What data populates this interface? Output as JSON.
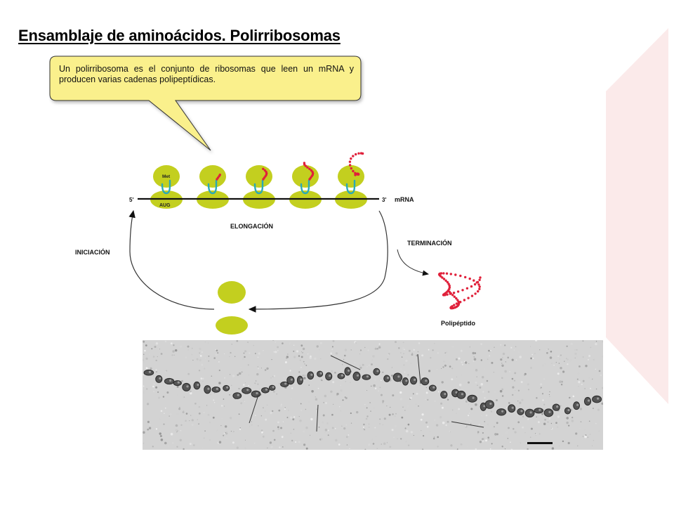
{
  "title": "Ensamblaje de aminoácidos. Polirribosomas",
  "callout": "Un polirribosoma es el conjunto de ribosomas que leen un mRNA y producen varias cadenas polipeptídicas.",
  "labels": {
    "five_prime": "5'",
    "three_prime": "3'",
    "mrna": "mRNA",
    "met": "Met",
    "aug": "AUG",
    "elongacion": "ELONGACIÓN",
    "iniciacion": "INICIACIÓN",
    "terminacion": "TERMINACIÓN",
    "polipeptido": "Polipéptido"
  },
  "colors": {
    "ribosome": "#c3cf1f",
    "trna": "#2aa9b8",
    "peptide": "#e0203a",
    "callout_fill": "#faf08c",
    "side_shape": "#fbeaea"
  }
}
